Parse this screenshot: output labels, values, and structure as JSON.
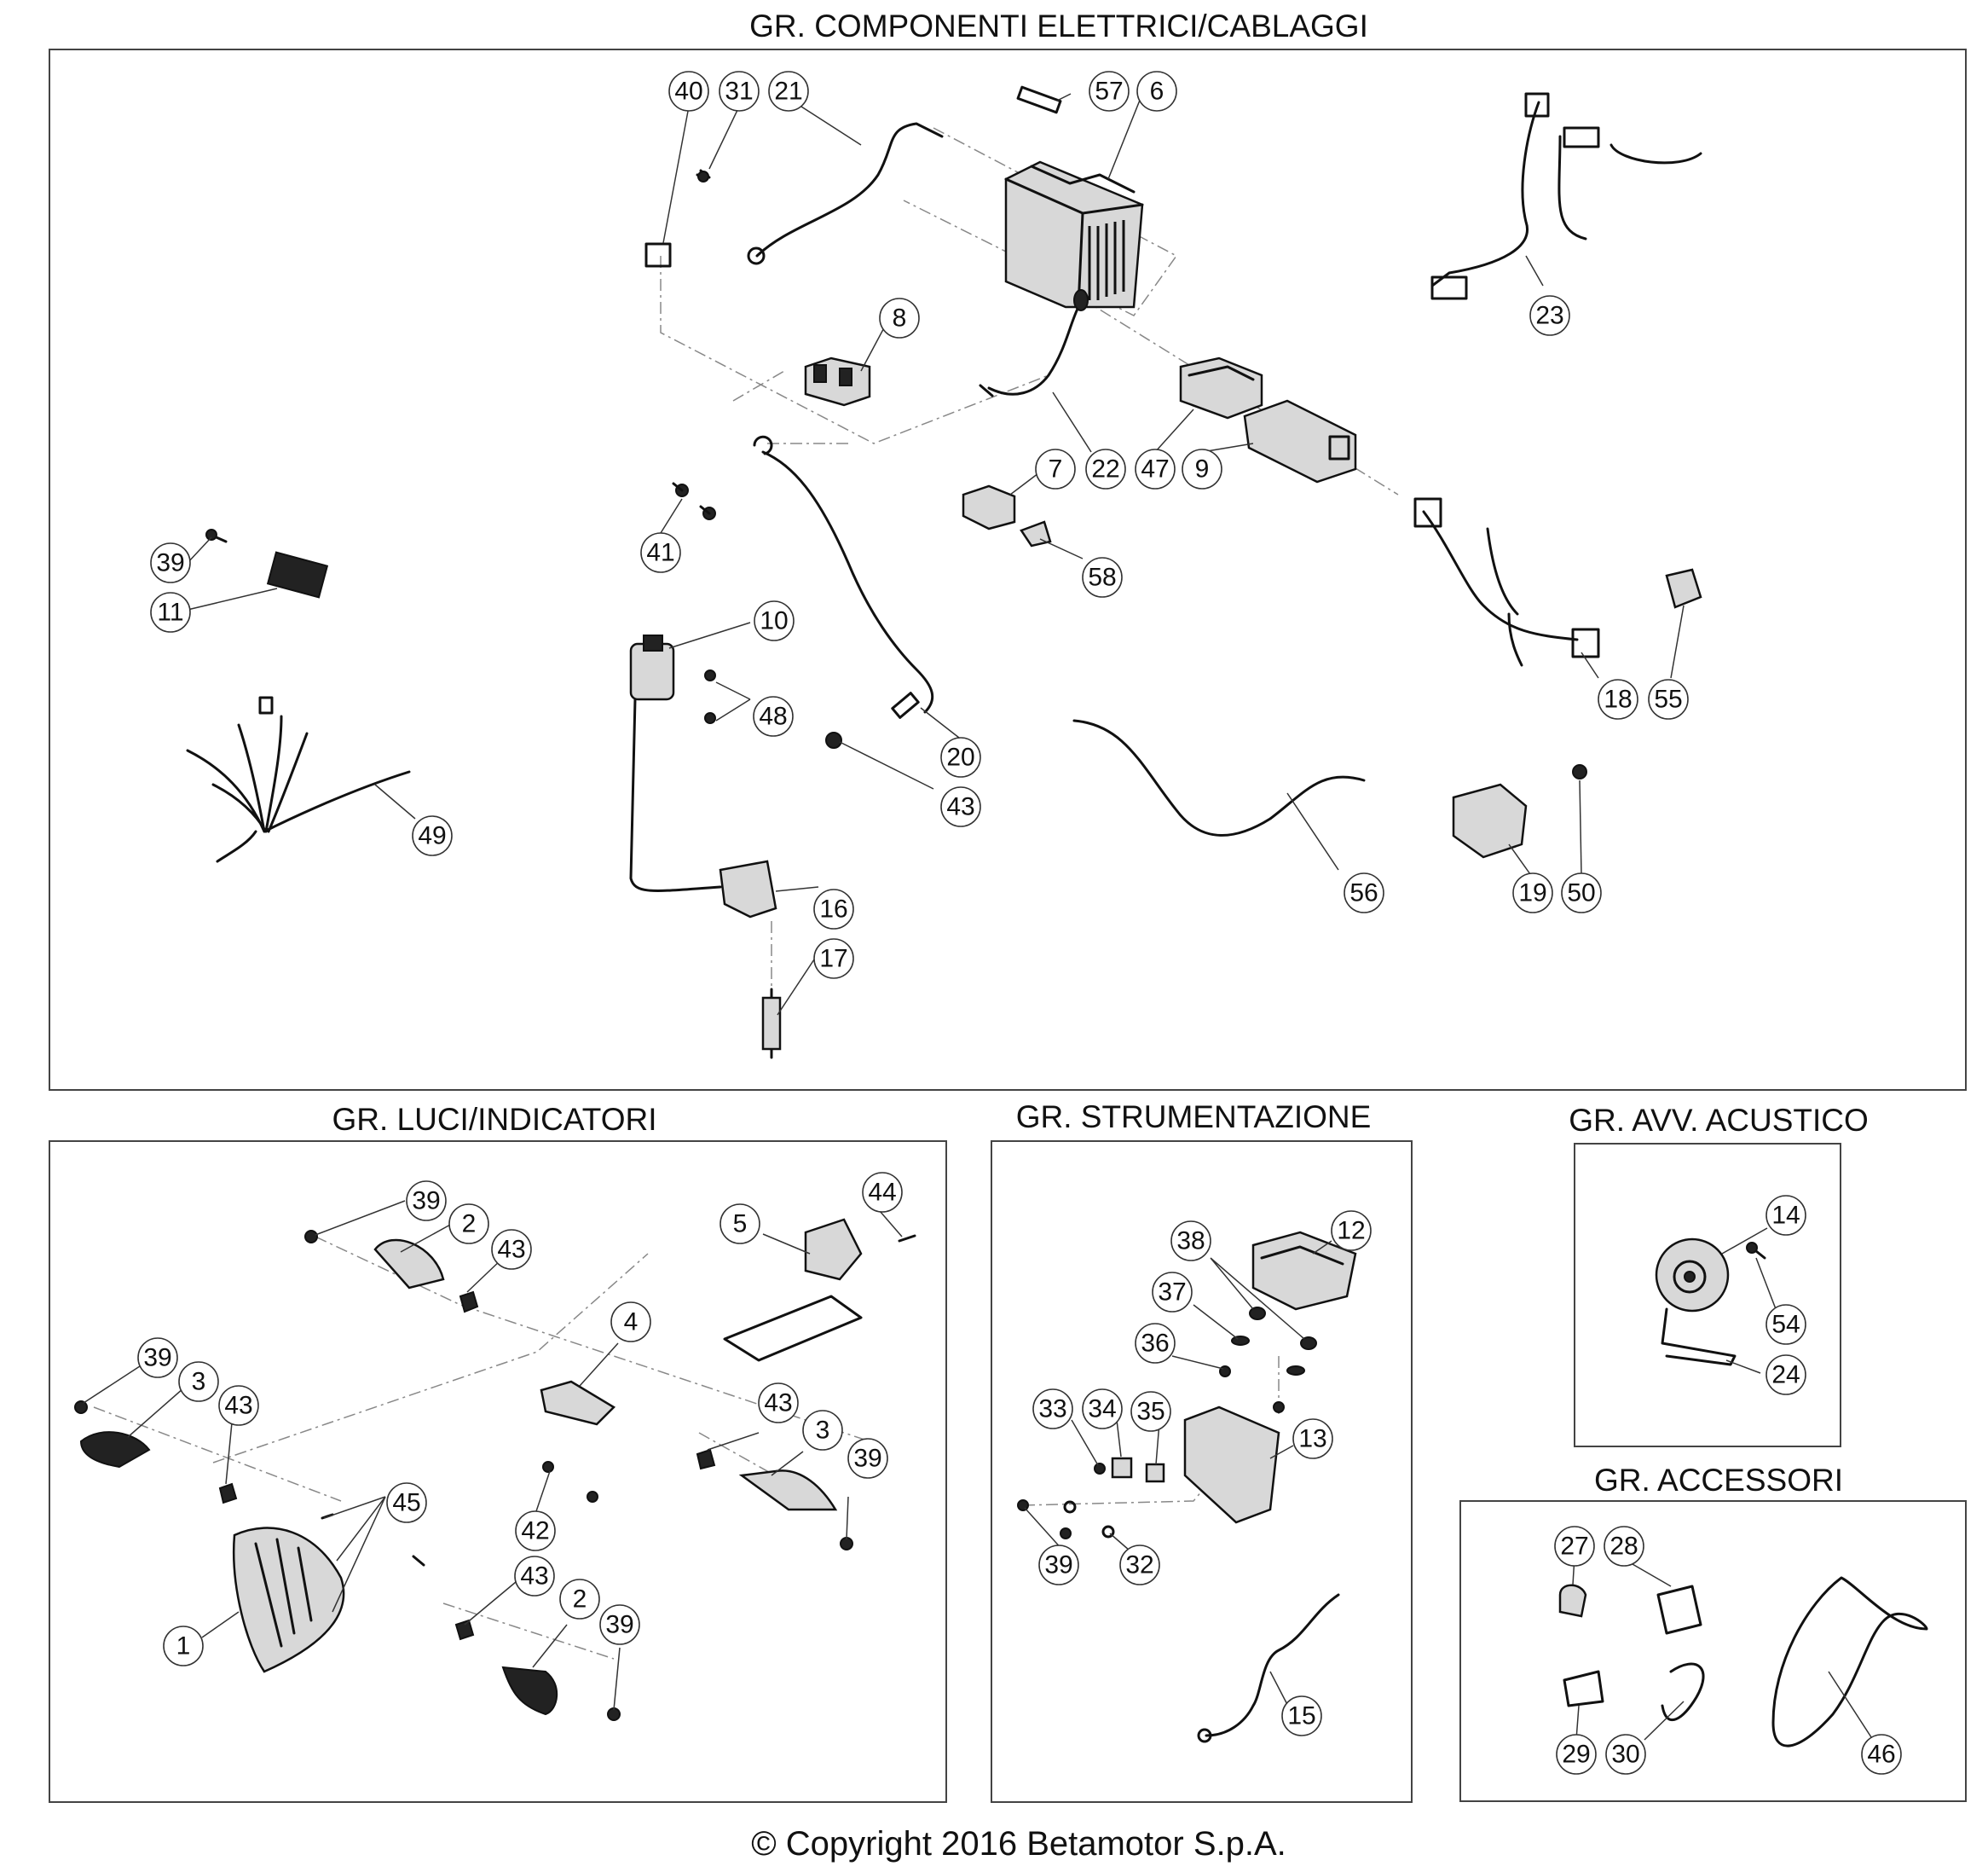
{
  "copyright": "© Copyright 2016 Betamotor S.p.A.",
  "sections": {
    "electrical": {
      "title": "GR. COMPONENTI ELETTRICI/CABLAGGI"
    },
    "lights": {
      "title": "GR. LUCI/INDICATORI"
    },
    "instruments": {
      "title": "GR. STRUMENTAZIONE"
    },
    "horn": {
      "title": "GR. AVV. ACUSTICO"
    },
    "accessories": {
      "title": "GR. ACCESSORI"
    }
  },
  "callouts": {
    "electrical": [
      "40",
      "31",
      "21",
      "57",
      "6",
      "8",
      "22",
      "47",
      "9",
      "7",
      "58",
      "41",
      "39",
      "11",
      "10",
      "48",
      "20",
      "43",
      "16",
      "17",
      "49",
      "23",
      "18",
      "55",
      "56",
      "19",
      "50"
    ],
    "lights": [
      "39",
      "2",
      "43",
      "5",
      "44",
      "4",
      "39",
      "3",
      "43",
      "43",
      "3",
      "39",
      "45",
      "42",
      "1",
      "43",
      "2",
      "39"
    ],
    "instruments": [
      "38",
      "12",
      "37",
      "36",
      "33",
      "34",
      "35",
      "13",
      "39",
      "32",
      "15"
    ],
    "horn": [
      "14",
      "54",
      "24"
    ],
    "accessories": [
      "27",
      "28",
      "29",
      "30",
      "46"
    ]
  }
}
